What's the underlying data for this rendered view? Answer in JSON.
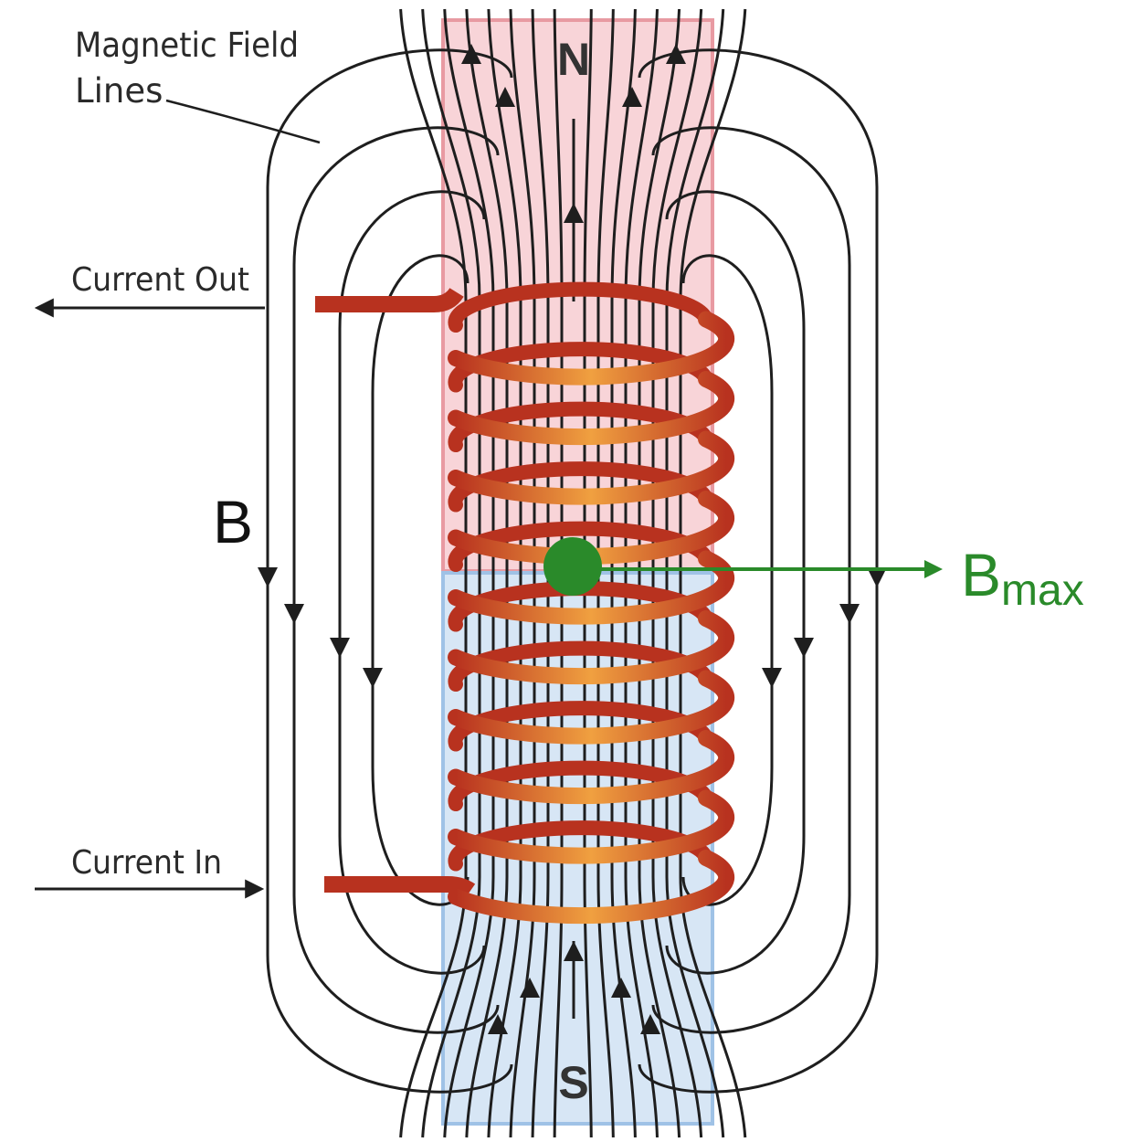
{
  "labels": {
    "field_lines": [
      "Magnetic Field",
      "Lines"
    ],
    "current_out": "Current Out",
    "current_in": "Current In",
    "north": "N",
    "south": "S",
    "b": "B",
    "bmax_main": "B",
    "bmax_sub": "max"
  },
  "colors": {
    "north_zone": "#f5c6cb",
    "north_border": "#e89aa2",
    "south_zone": "#c9def2",
    "south_border": "#9fc2e6",
    "coil_dark": "#b8321f",
    "coil_light": "#f0a040",
    "lead_wire": "#b8321f",
    "field_line": "#1e1e1e",
    "bmax": "#2a8a2a"
  },
  "coil": {
    "turns": 10
  }
}
